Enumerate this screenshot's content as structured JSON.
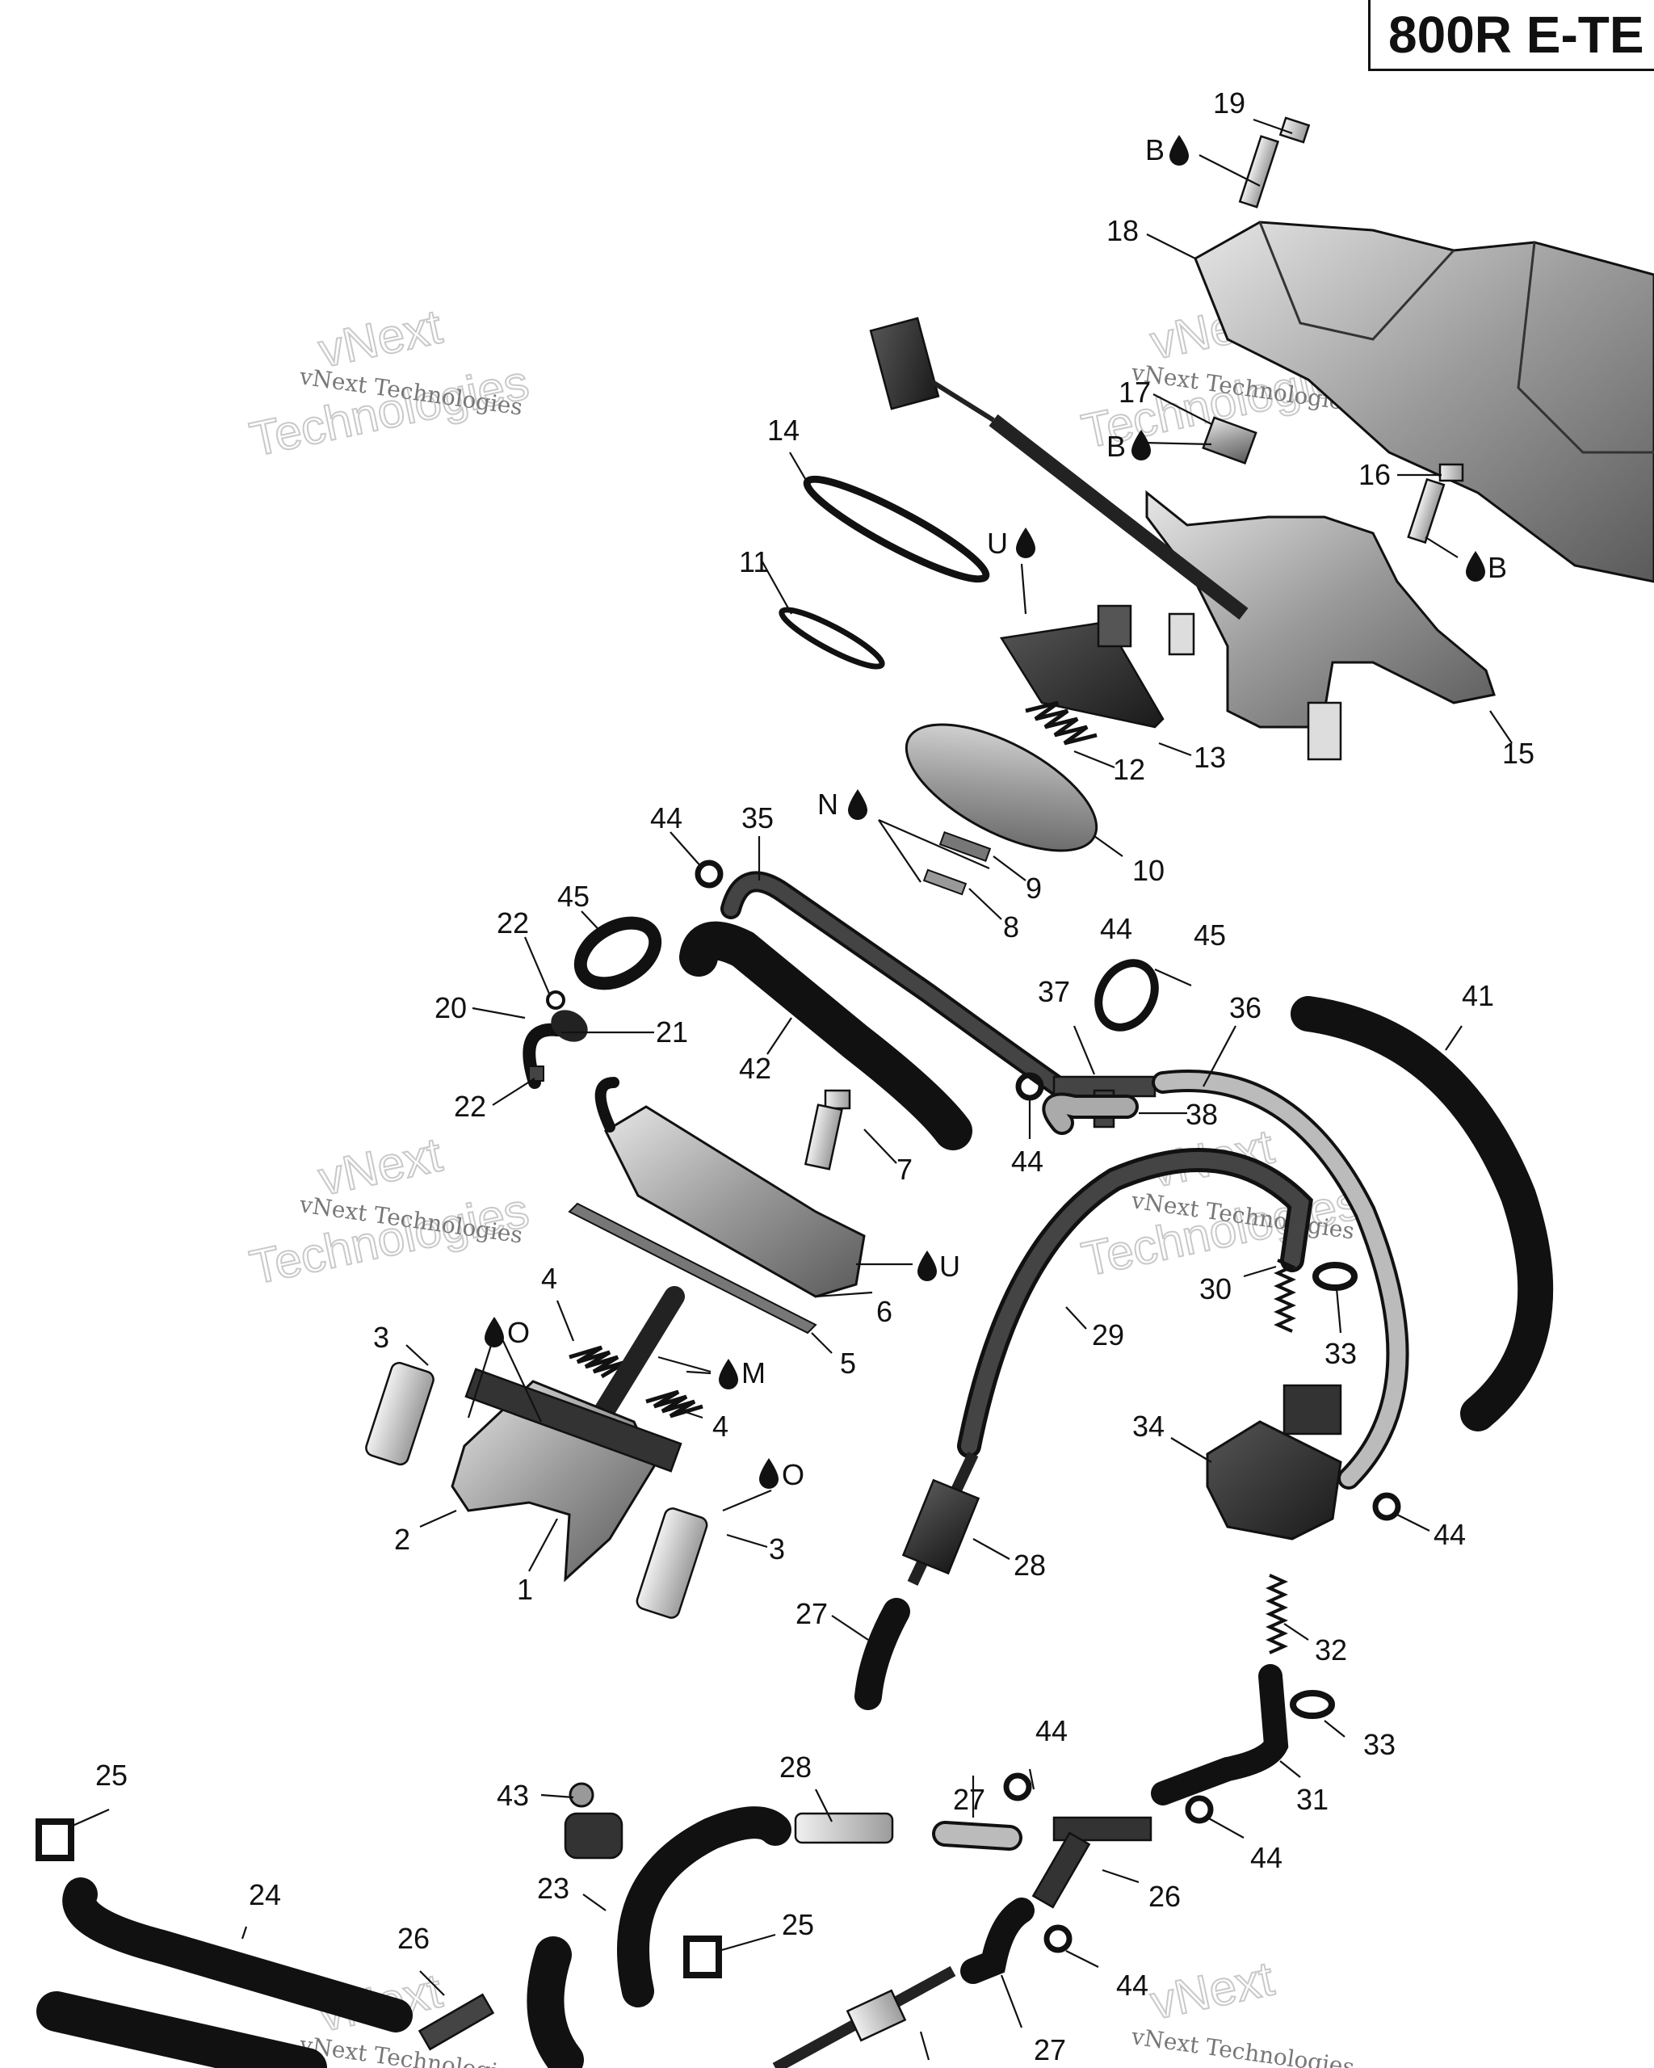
{
  "title": "800R E-TE",
  "watermark": {
    "line1": "vNext Technologies",
    "line2": "vNext",
    "line3": "Technologies"
  },
  "callouts": [
    "1",
    "2",
    "3",
    "3",
    "4",
    "4",
    "5",
    "6",
    "7",
    "8",
    "9",
    "10",
    "11",
    "12",
    "13",
    "14",
    "15",
    "16",
    "17",
    "18",
    "19",
    "20",
    "21",
    "22",
    "22",
    "23",
    "24",
    "25",
    "25",
    "26",
    "26",
    "27",
    "27",
    "27",
    "28",
    "28",
    "29",
    "30",
    "31",
    "32",
    "33",
    "33",
    "34",
    "35",
    "36",
    "37",
    "38",
    "41",
    "42",
    "43",
    "44",
    "44",
    "44",
    "44",
    "44",
    "44",
    "44",
    "45",
    "45"
  ],
  "lube_marks": [
    "B",
    "B",
    "B",
    "U",
    "U",
    "N",
    "O",
    "O",
    "M"
  ]
}
